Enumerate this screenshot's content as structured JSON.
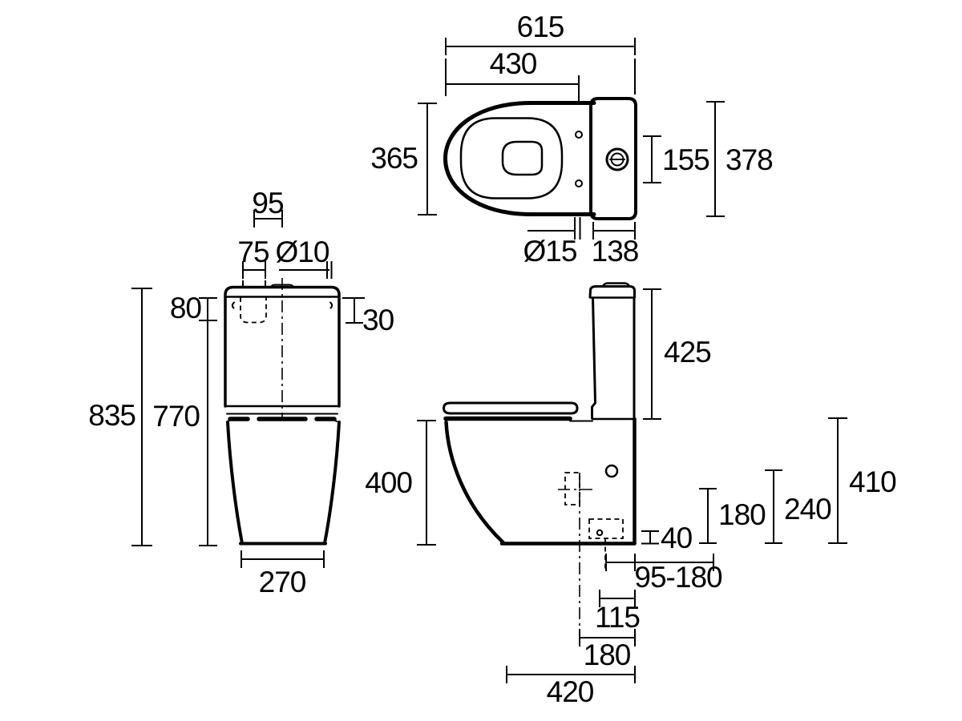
{
  "drawing": {
    "kind": "toilet-suite-dimension-drawing",
    "line_color": "#000000",
    "background": "#ffffff"
  },
  "plan_view": {
    "overall_width": "615",
    "seat_length": "430",
    "bowl_width": "365",
    "button_offset": "155",
    "cistern_width": "378",
    "hinge_hole_dia": "Ø15",
    "cistern_depth": "138"
  },
  "front_view": {
    "top_cutout": "95",
    "button_width": "75",
    "hole_dia": "Ø10",
    "lid_height": "80",
    "hole_drop": "30",
    "overall_height": "835",
    "body_height": "770",
    "base_width": "270"
  },
  "side_view": {
    "cistern_height": "425",
    "pan_height": "400",
    "outlet_base_height": "40",
    "inlet_height_low": "180",
    "inlet_height_mid": "240",
    "seat_top_height": "410",
    "setout_range": "95-180",
    "outlet_offset": "115",
    "fixing_offset": "180",
    "base_depth": "420"
  }
}
